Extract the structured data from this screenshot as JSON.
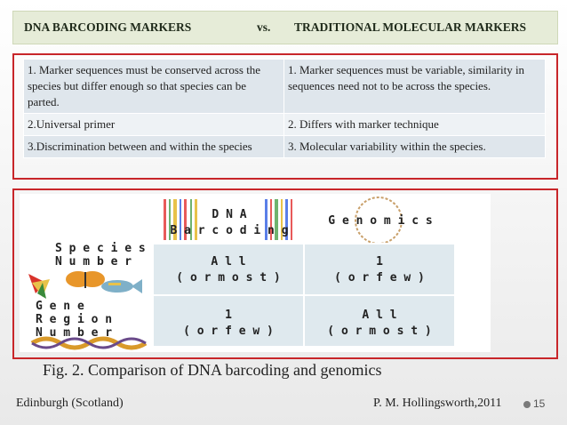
{
  "header": {
    "left": "DNA BARCODING MARKERS",
    "vs": "vs.",
    "right": "TRADITIONAL MOLECULAR MARKERS"
  },
  "comparison_rows": [
    {
      "barcoding": "1. Marker sequences must be conserved across the species but differ enough so that species can be parted.",
      "traditional": "1. Marker sequences must be variable, similarity in sequences need not to be across the species."
    },
    {
      "barcoding": "2.Universal primer",
      "traditional": "2. Differs with marker technique"
    },
    {
      "barcoding": "3.Discrimination between and within the species",
      "traditional": "3. Molecular variability within the species."
    }
  ],
  "figure": {
    "col_dna_line1": "D N A",
    "col_dna_line2": "B a r c o d i n g",
    "col_genomics": "G e n o m i c s",
    "row1_label_line1": "S p e c i e s",
    "row1_label_line2": "N u m b e r",
    "row2_label_line1": "G e n e",
    "row2_label_line2": "R e g i o n",
    "row2_label_line3": "N u m b e r",
    "cell_r1c1_line1": "A l l",
    "cell_r1c1_line2": "( o r   m o s t )",
    "cell_r1c2_line1": "1",
    "cell_r1c2_line2": "( o r   f e w )",
    "cell_r2c1_line1": "1",
    "cell_r2c1_line2": "( o r   f e w )",
    "cell_r2c2_line1": "A l l",
    "cell_r2c2_line2": "( o r   m o s t )",
    "grid_color": "#dfe9ee"
  },
  "caption": "Fig. 2. Comparison of DNA barcoding and genomics",
  "footer": {
    "left": "Edinburgh (Scotland)",
    "right": "P. M. Hollingsworth,2011",
    "page_number": "15"
  },
  "colors": {
    "frame_red": "#c8262a",
    "header_bg": "#e6ecd8"
  }
}
